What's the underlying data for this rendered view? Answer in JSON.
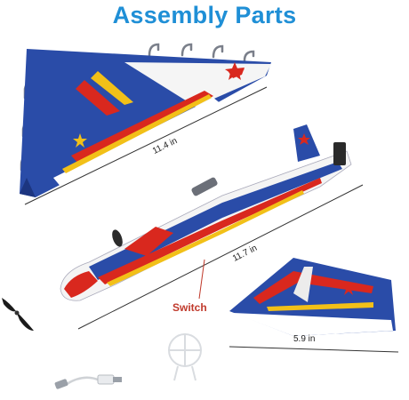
{
  "title": "Assembly Parts",
  "parts": {
    "main_wing": {
      "measurement": "11.4 in"
    },
    "fuselage": {
      "measurement": "11.7 in"
    },
    "tail_wing": {
      "measurement": "5.9 in"
    },
    "switch": {
      "label": "Switch"
    }
  },
  "colors": {
    "title": "#1f8fd6",
    "wing_blue": "#2a4ca8",
    "accent_red": "#d9281e",
    "accent_yellow": "#f2c018",
    "switch_label": "#c0392b"
  },
  "icons": [
    "propeller-icon",
    "propeller-guard-icon",
    "usb-cable-icon"
  ]
}
